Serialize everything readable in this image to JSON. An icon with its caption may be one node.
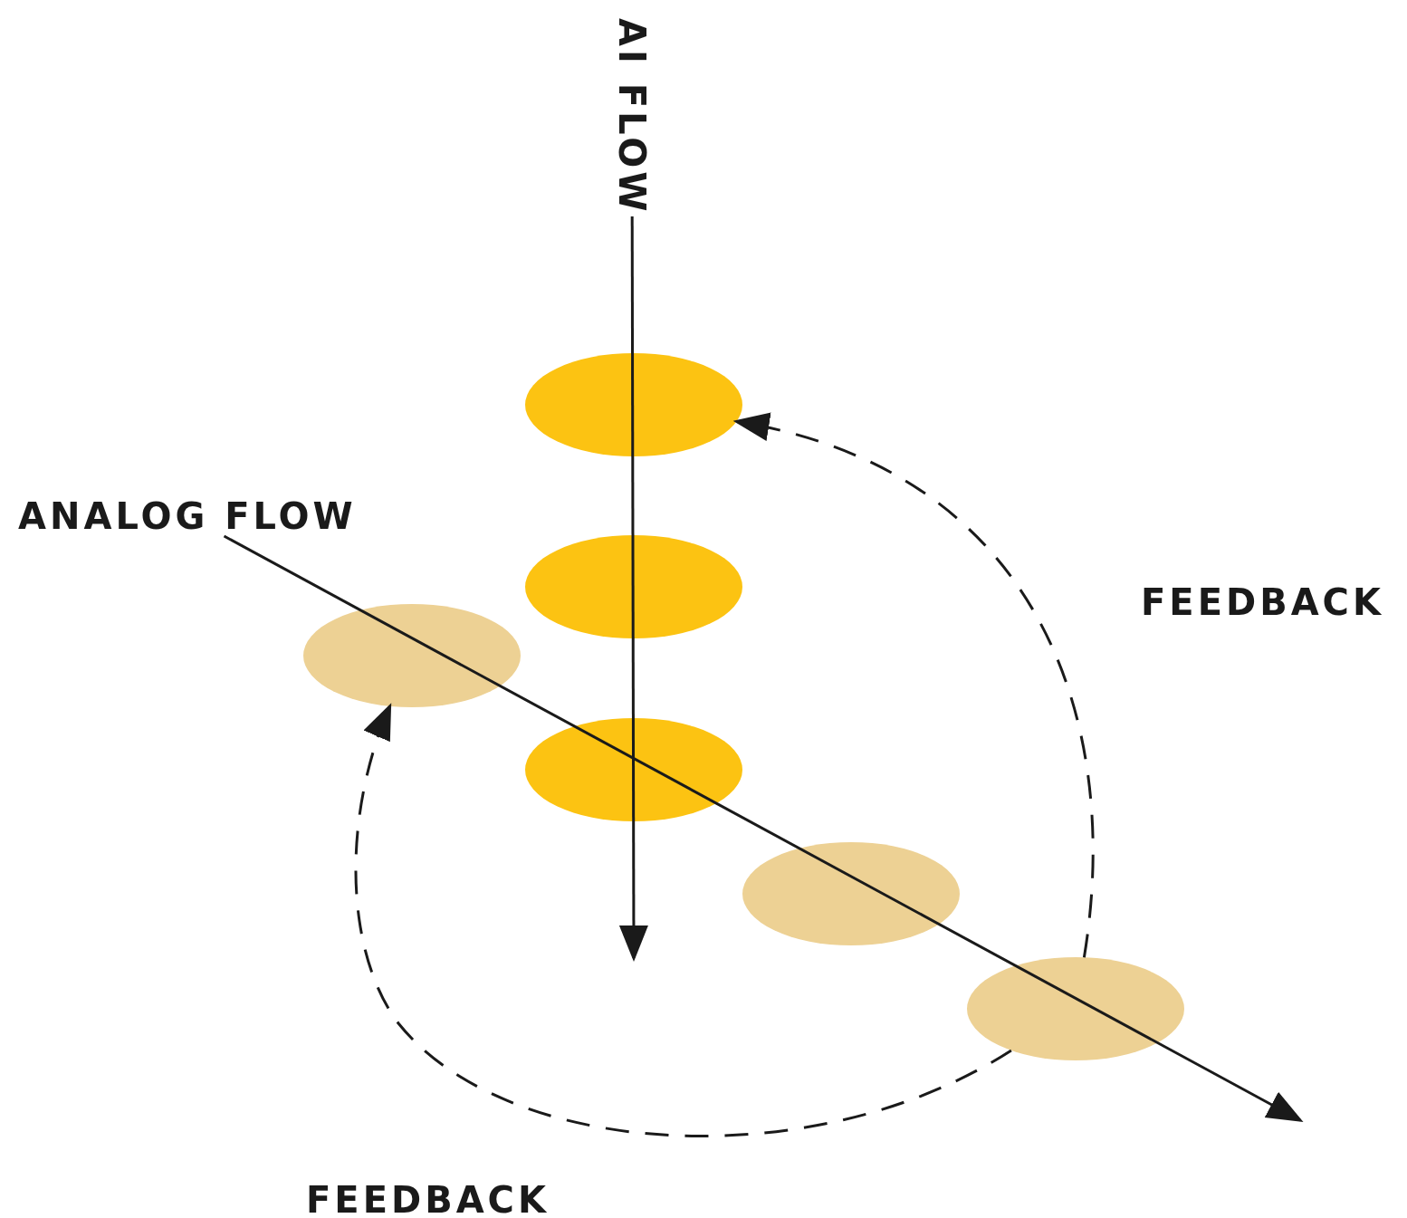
{
  "diagram": {
    "nodes": [
      {
        "text": [
          "AI FLOW"
        ]
      },
      {
        "text": [
          "ANALOG FLOW"
        ]
      },
      {
        "text": [],
        "shape": "ellipse"
      },
      {
        "text": [],
        "shape": "ellipse"
      },
      {
        "text": [],
        "shape": "ellipse"
      },
      {
        "text": [],
        "shape": "ellipse"
      },
      {
        "text": [],
        "shape": "ellipse"
      },
      {
        "text": [],
        "shape": "ellipse"
      }
    ],
    "edges": [
      {
        "from": 0,
        "to": null,
        "arrow": "to"
      },
      {
        "from": 1,
        "to": null,
        "arrow": "to"
      },
      {
        "from": 7,
        "to": 2,
        "arrow": "to",
        "style": "dashed",
        "label": "FEEDBACK"
      },
      {
        "from": 7,
        "to": 4,
        "arrow": "to",
        "style": "dashed",
        "label": "FEEDBACK"
      }
    ]
  }
}
